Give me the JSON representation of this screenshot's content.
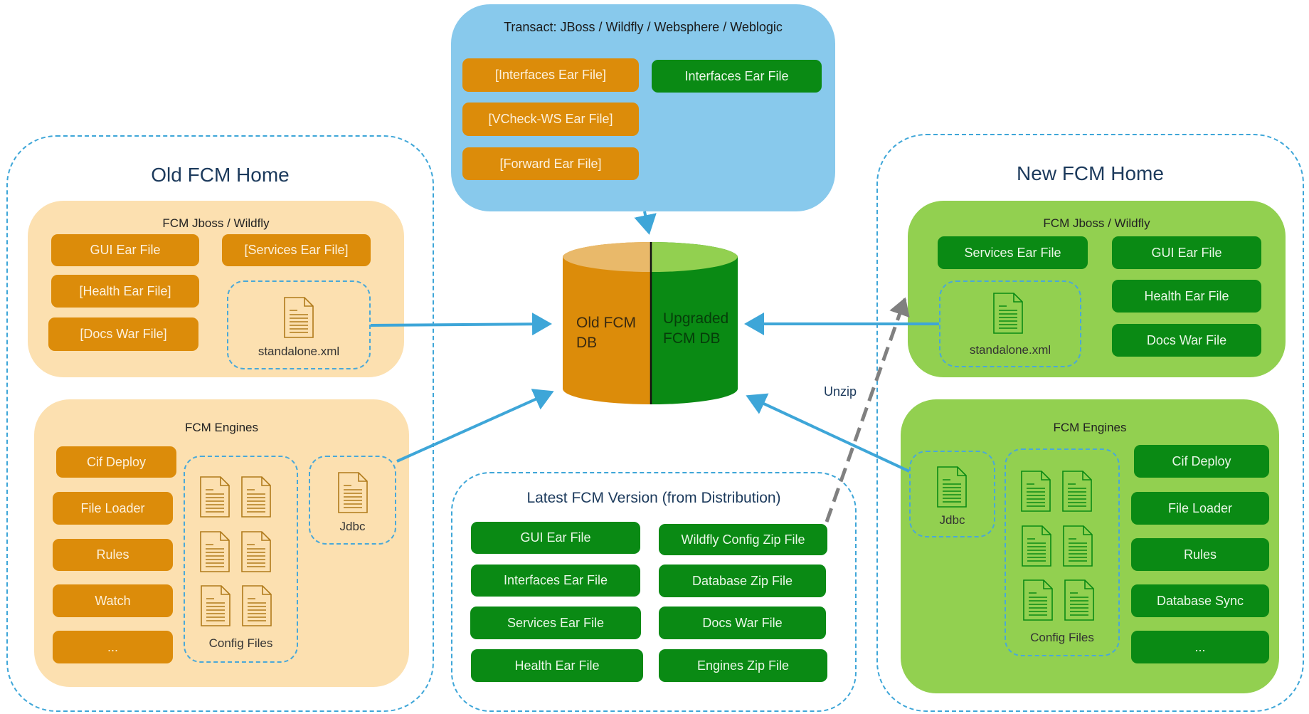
{
  "transact": {
    "title": "Transact: JBoss / Wildfly / Websphere / Weblogic",
    "old_items": [
      "[Interfaces Ear File]",
      "[VCheck-WS Ear File]",
      "[Forward Ear File]"
    ],
    "new_items": [
      "Interfaces Ear File"
    ]
  },
  "old_home": {
    "title": "Old FCM Home",
    "jboss": {
      "title": "FCM Jboss / Wildfly",
      "items": [
        "GUI Ear File",
        "[Services Ear File]",
        "[Health Ear File]",
        "[Docs War File]"
      ],
      "standalone_label": "standalone.xml"
    },
    "engines": {
      "title": "FCM Engines",
      "items": [
        "Cif Deploy",
        "File Loader",
        "Rules",
        "Watch",
        "..."
      ],
      "config_label": "Config Files",
      "jdbc_label": "Jdbc"
    }
  },
  "database": {
    "old_label_line1": "Old FCM",
    "old_label_line2": "DB",
    "new_label_line1": "Upgraded",
    "new_label_line2": "FCM DB"
  },
  "new_home": {
    "title": "New FCM Home",
    "jboss": {
      "title": "FCM Jboss / Wildfly",
      "items": [
        "Services Ear File",
        "GUI Ear File",
        "Health Ear File",
        "Docs War File"
      ],
      "standalone_label": "standalone.xml"
    },
    "engines": {
      "title": "FCM Engines",
      "items": [
        "Cif Deploy",
        "File Loader",
        "Rules",
        "Database Sync",
        "..."
      ],
      "config_label": "Config Files",
      "jdbc_label": "Jdbc"
    }
  },
  "latest": {
    "title": "Latest FCM Version (from Distribution)",
    "left_items": [
      "GUI Ear File",
      "Interfaces Ear File",
      "Services Ear File",
      "Health Ear File"
    ],
    "right_items": [
      "Wildfly Config Zip File",
      "Database Zip File",
      "Docs War File",
      "Engines Zip File"
    ]
  },
  "connectors": {
    "unzip_label": "Unzip"
  },
  "colors": {
    "old_accent": "#dc8c0a",
    "new_accent": "#0a8a14",
    "connector": "#3ea6d8",
    "unzip_arrow": "#808080"
  }
}
